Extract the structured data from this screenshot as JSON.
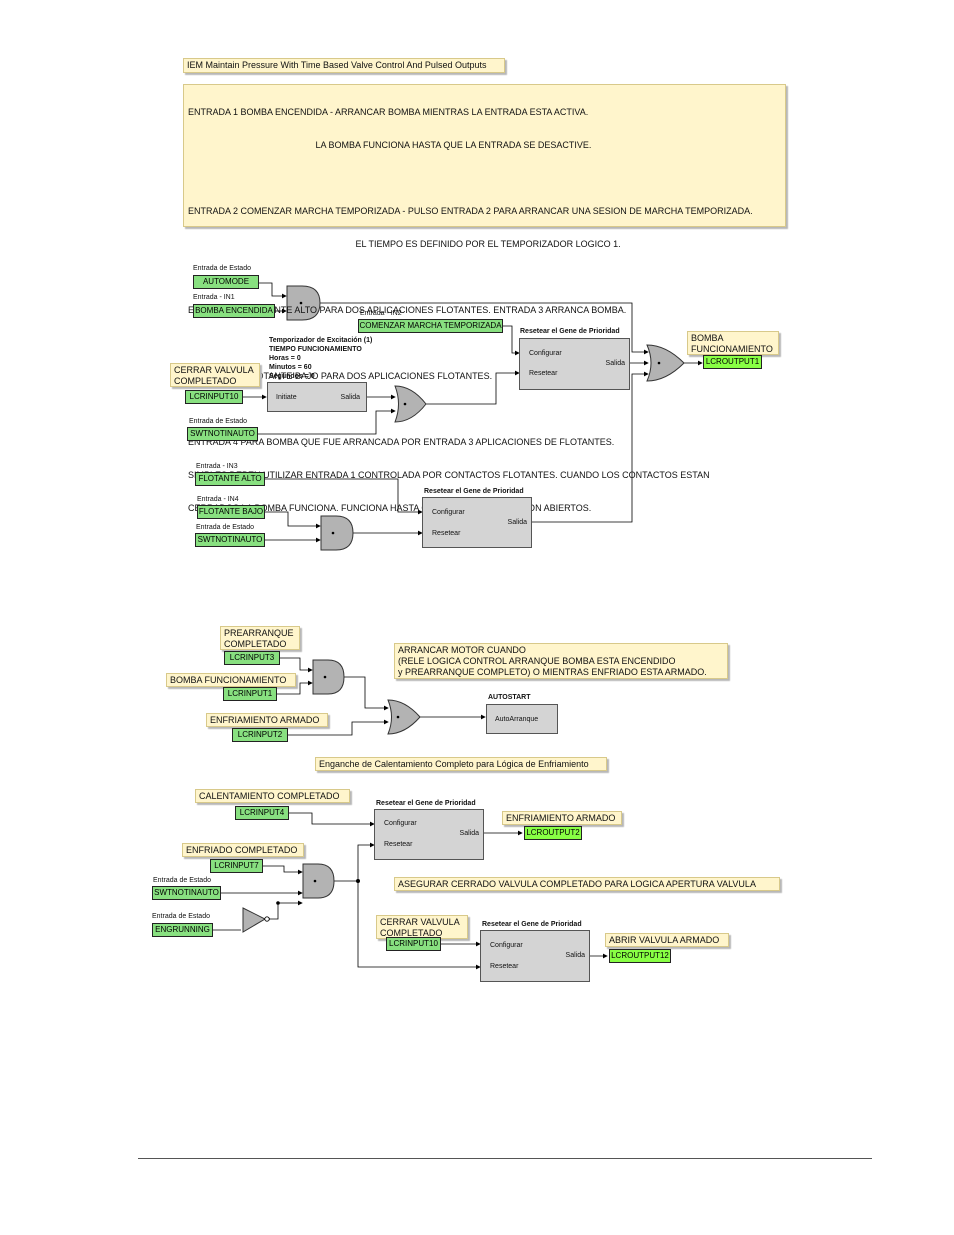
{
  "title": "IEM Maintain Pressure With Time Based Valve Control And Pulsed Outputs",
  "description_lines": [
    "ENTRADA 1 BOMBA ENCENDIDA - ARRANCAR BOMBA MIENTRAS LA ENTRADA ESTA ACTIVA.",
    "                                                   LA BOMBA FUNCIONA HASTA QUE LA ENTRADA SE DESACTIVE.",
    "",
    "ENTRADA 2 COMENZAR MARCHA TEMPORIZADA - PULSO ENTRADA 2 PARA ARRANCAR UNA SESION DE MARCHA TEMPORIZADA.",
    "                                                                   EL TIEMPO ES DEFINIDO POR EL TEMPORIZADOR LOGICO 1.",
    "",
    "ENTRADA 3 - FLOTANTE ALTO PARA DOS APLICACIONES FLOTANTES. ENTRADA 3 ARRANCA BOMBA.",
    "",
    "ENTRADA 4 - FLOTANTE BAJO PARA DOS APLICACIONES FLOTANTES.",
    "",
    "ENTRADA 4 PARA BOMBA QUE FUE ARRANCADA POR ENTRADA 3 APLICACIONES DE FLOTANTES.",
    "SIMPLES DEBEN UTILIZAR ENTRADA 1 CONTROLADA POR CONTACTOS FLOTANTES. CUANDO LOS CONTACTOS ESTAN",
    "CERRADOS LA BOMBA FUNCIONA. FUNCIONA HASTA QUE LOS CONTACTOS SON ABIERTOS."
  ],
  "inputs": {
    "automode": {
      "caption": "Entrada de Estado",
      "label": "AUTOMODE"
    },
    "in1": {
      "caption": "Entrada - IN1",
      "label": "BOMBA ENCENDIDA"
    },
    "in2": {
      "caption": "Entrada - IN2",
      "label": "COMENZAR MARCHA TEMPORIZADA"
    },
    "lcrinput10_a": {
      "label": "LCRINPUT10"
    },
    "swt1": {
      "caption": "Entrada de Estado",
      "label": "SWTNOTINAUTO"
    },
    "in3": {
      "caption": "Entrada - IN3",
      "label": "FLOTANTE ALTO"
    },
    "in4": {
      "caption": "Entrada - IN4",
      "label": "FLOTANTE BAJO"
    },
    "swt2": {
      "caption": "Entrada de Estado",
      "label": "SWTNOTINAUTO"
    },
    "lcrinput3": {
      "label": "LCRINPUT3"
    },
    "lcrinput1": {
      "label": "LCRINPUT1"
    },
    "lcrinput2": {
      "label": "LCRINPUT2"
    },
    "lcrinput4": {
      "label": "LCRINPUT4"
    },
    "lcrinput7": {
      "label": "LCRINPUT7"
    },
    "swt3": {
      "caption": "Entrada de Estado",
      "label": "SWTNOTINAUTO"
    },
    "engrunning": {
      "caption": "Entrada de Estado",
      "label": "ENGRUNNING"
    },
    "lcrinput10_b": {
      "label": "LCRINPUT10"
    }
  },
  "outputs": {
    "lcroutput1": "LCROUTPUT1",
    "lcroutput2": "LCROUTPUT2",
    "lcroutput12": "LCROUTPUT12"
  },
  "notes": {
    "bomba_func": "BOMBA\nFUNCIONAMIENTO",
    "cerrar_valvula_a": "CERRAR VALVULA\nCOMPLETADO",
    "prearranque": "PREARRANQUE\nCOMPLETADO",
    "bomba_funcionamiento": "BOMBA FUNCIONAMIENTO",
    "enfriamiento_armado_in": "ENFRIAMIENTO ARMADO",
    "arrancar_motor": "ARRANCAR MOTOR CUANDO\n(RELE LOGICA CONTROL ARRANQUE BOMBA ESTA ENCENDIDO\ny PREARRANQUE COMPLETO) O MIENTRAS ENFRIADO ESTA ARMADO.",
    "enganche": "Enganche de Calentamiento Completo para Lógica de Enfriamiento",
    "calentamiento": "CALENTAMIENTO COMPLETADO",
    "enfriamiento_armado_out": "ENFRIAMIENTO ARMADO",
    "enfriado": "ENFRIADO COMPLETADO",
    "asegurar": "ASEGURAR CERRADO VALVULA COMPLETADO PARA LOGICA APERTURA VALVULA",
    "cerrar_valvula_b": "CERRAR VALVULA\nCOMPLETADO",
    "abrir_valvula": "ABRIR VALVULA ARMADO"
  },
  "blocks": {
    "timer": {
      "caption": "Temporizador de Excitación (1)",
      "info": "TIEMPO FUNCIONAMIENTO\nHoras = 0\nMinutos = 60\nSegundos = 0",
      "in_port": "Initiate",
      "out_port": "Salida"
    },
    "latch1": {
      "caption": "Resetear el Gene de Prioridad",
      "set": "Configurar",
      "reset": "Resetear",
      "out": "Salida"
    },
    "latch2": {
      "caption": "Resetear el Gene de Prioridad",
      "set": "Configurar",
      "reset": "Resetear",
      "out": "Salida"
    },
    "autostart": {
      "caption": "AUTOSTART",
      "port": "AutoArranque"
    },
    "latch3": {
      "caption": "Resetear el Gene de Prioridad",
      "set": "Configurar",
      "reset": "Resetear",
      "out": "Salida"
    },
    "latch4": {
      "caption": "Resetear el Gene de Prioridad",
      "set": "Configurar",
      "reset": "Resetear",
      "out": "Salida"
    }
  },
  "colors": {
    "note_bg": "#fff5cc",
    "input_bg": "#88e080",
    "output_bg": "#88ff44",
    "block_bg": "#d4d4d4"
  }
}
